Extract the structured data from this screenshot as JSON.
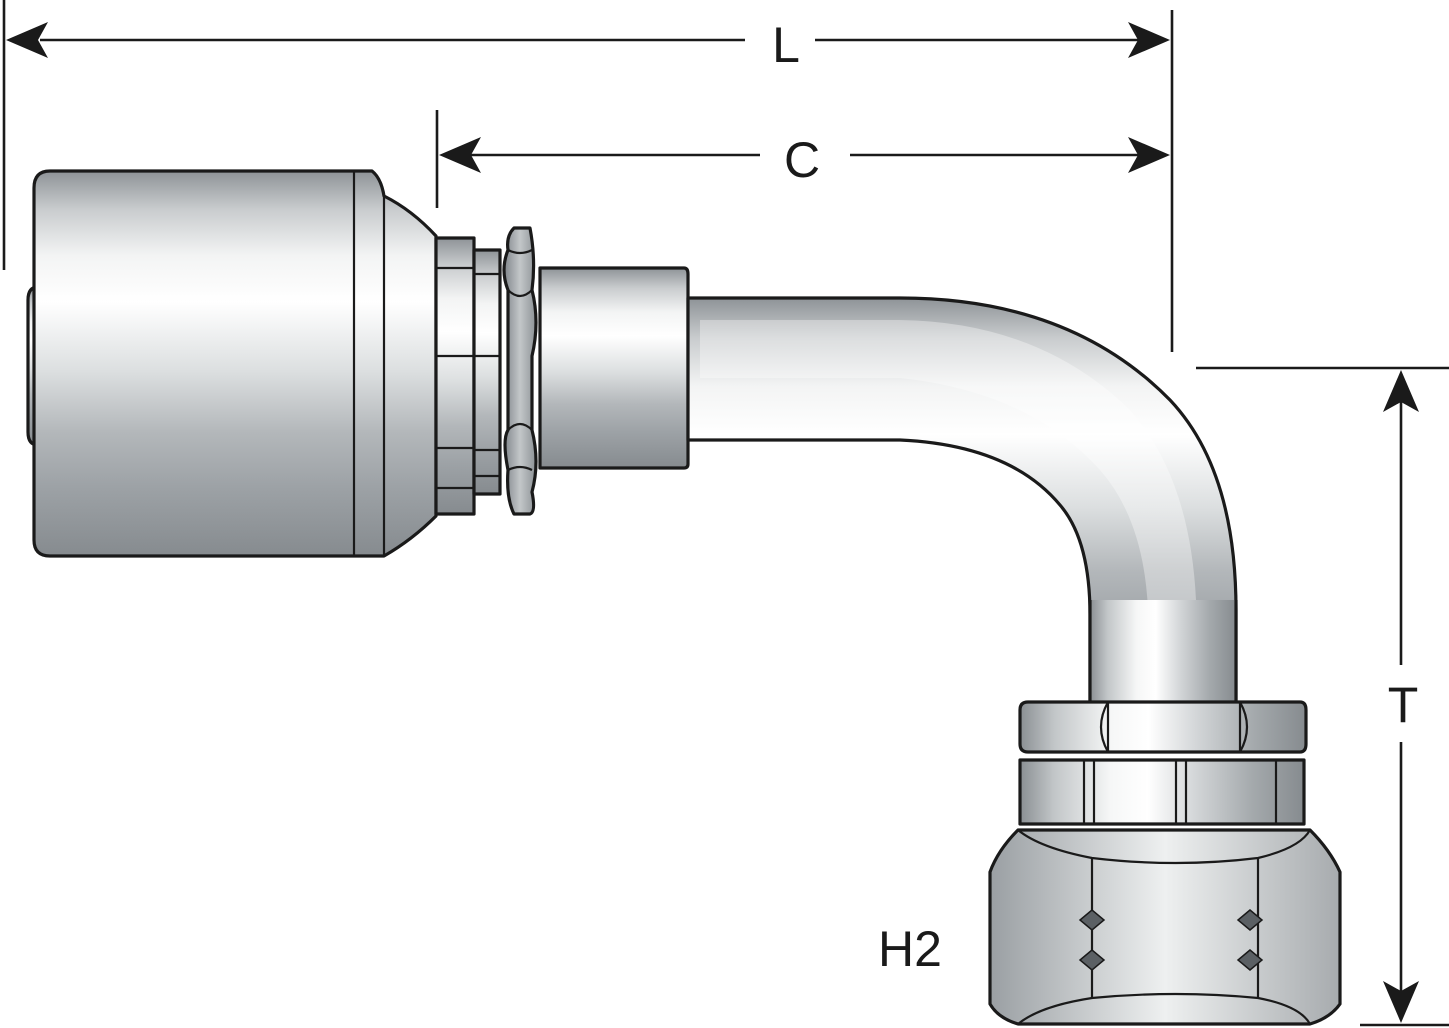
{
  "diagram": {
    "dimensions": {
      "L": "L",
      "C": "C",
      "T": "T",
      "H2": "H2"
    }
  }
}
